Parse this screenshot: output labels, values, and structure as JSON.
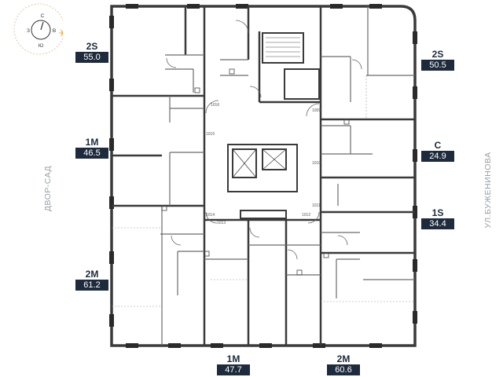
{
  "compass": {
    "north": "С",
    "south": "Ю",
    "west": "З",
    "east": "В",
    "sun_color": "#f2a33a"
  },
  "streets": {
    "left": "ДВОР-САД",
    "right": "УЛ.БУЖЕНИНОВА"
  },
  "apartments": [
    {
      "code": "2S",
      "area": "55.0"
    },
    {
      "code": "1M",
      "area": "46.5"
    },
    {
      "code": "2M",
      "area": "61.2"
    },
    {
      "code": "1M",
      "area": "47.7"
    },
    {
      "code": "2M",
      "area": "60.6"
    },
    {
      "code": "1S",
      "area": "34.4"
    },
    {
      "code": "С",
      "area": "24.9"
    },
    {
      "code": "2S",
      "area": "50.5"
    }
  ],
  "room_numbers": [
    "1016",
    "1015",
    "1009",
    "1010",
    "1011",
    "1012",
    "1013",
    "1014"
  ],
  "colors": {
    "wall": "#3a3a3a",
    "thin_wall": "#6b6b6b",
    "label_bg": "#1e2b3c",
    "street_text": "#9aa0a6"
  }
}
